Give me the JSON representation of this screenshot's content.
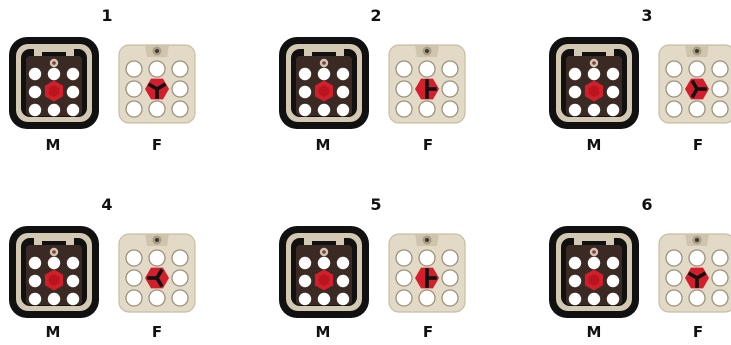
{
  "variants": [
    {
      "number": "1",
      "male_label": "M",
      "female_label": "F",
      "female_key": "inverted-y"
    },
    {
      "number": "2",
      "male_label": "M",
      "female_label": "F",
      "female_key": "t"
    },
    {
      "number": "3",
      "male_label": "M",
      "female_label": "F",
      "female_key": "y-right"
    },
    {
      "number": "4",
      "male_label": "M",
      "female_label": "F",
      "female_key": "rotated-left"
    },
    {
      "number": "5",
      "male_label": "M",
      "female_label": "F",
      "female_key": "t"
    },
    {
      "number": "6",
      "male_label": "M",
      "female_label": "F",
      "female_key": "y-down"
    }
  ],
  "colors": {
    "male_shell": "#111111",
    "male_frame": "#d3c9b2",
    "male_body": "#3b2a24",
    "female_shell": "#e2dac6",
    "female_inner": "#cfc5ad",
    "key_red": "#d21f2b",
    "key_dark": "#121212",
    "pin_white": "#ffffff"
  }
}
